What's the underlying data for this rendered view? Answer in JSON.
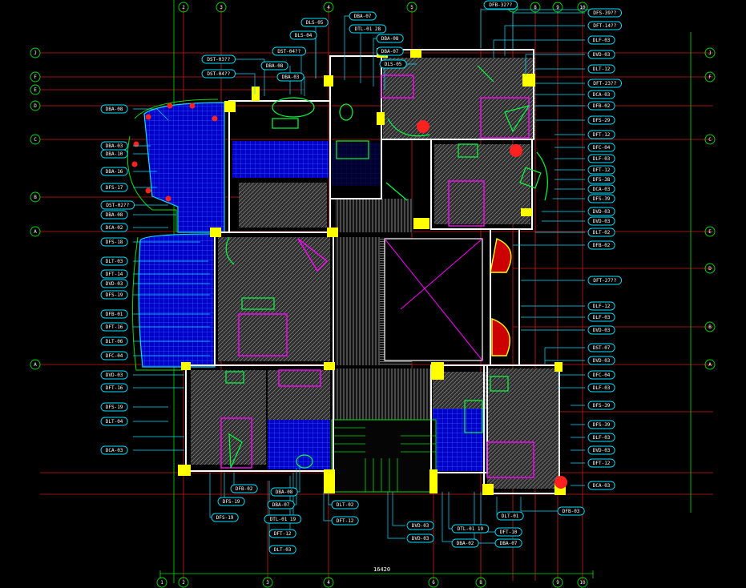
{
  "drawing": {
    "overall_dimension": "16420",
    "grid_bubbles_top": [
      "2",
      "3",
      "4",
      "5",
      "7",
      "8",
      "9",
      "10"
    ],
    "grid_bubbles_bottom": [
      "1",
      "2",
      "3",
      "4",
      "6",
      "8",
      "9",
      "10"
    ],
    "grid_bubbles_left": [
      "J",
      "F",
      "E",
      "D",
      "C",
      "B",
      "A",
      "A"
    ],
    "grid_bubbles_right": [
      "J",
      "F",
      "C",
      "E",
      "D",
      "B",
      "A"
    ]
  },
  "tags": {
    "left": [
      "DST-03??",
      "DST-04??",
      "DBA-08",
      "DBA-03",
      "DBA-10",
      "DBA-16",
      "DFS-17",
      "DST-02??",
      "DBA-08",
      "DCA-02",
      "DFS-18",
      "DLT-03",
      "DFT-14",
      "DVD-03",
      "DFS-19",
      "DFB-01",
      "DFT-16",
      "DLT-06",
      "DFC-04",
      "DVD-03",
      "DFT-16",
      "DFS-19",
      "DLT-04",
      "DCA-03"
    ],
    "top": [
      "DLS-05",
      "DLS-04",
      "DST-04??",
      "DBA-08",
      "DBA-03",
      "DBA-07",
      "DTL-01 28",
      "DBA-08",
      "DBA-07",
      "DLS-05"
    ],
    "right": [
      "DFB-32??",
      "DFS-39??",
      "DFT-14??",
      "DLF-03",
      "DVD-03",
      "DLT-12",
      "DFT-23??",
      "DCA-03",
      "DFB-02",
      "DFS-29",
      "DFT-12",
      "DFC-04",
      "DLF-03",
      "DFT-12",
      "DFS-38",
      "DCA-03",
      "DFS-39",
      "DVD-03",
      "DVD-03",
      "DLT-02",
      "DFB-02",
      "DFT-27??",
      "DLF-12",
      "DLF-03",
      "DVD-03",
      "DST-07",
      "DVD-03",
      "DFC-04",
      "DLF-03",
      "DFS-39",
      "DFS-39",
      "DLF-03",
      "DVD-03",
      "DFT-12",
      "DCA-03",
      "DFB-03"
    ],
    "bottom": [
      "DFB-02",
      "DFS-19",
      "DFS-19",
      "DBA-08",
      "DBA-07",
      "DTL-01 19",
      "DFT-12",
      "DLT-03",
      "DLT-02",
      "DFT-12",
      "DVD-03",
      "DVD-03",
      "DTL-01 19",
      "DBA-02",
      "DFT-10",
      "DBA-07",
      "DLT-01"
    ]
  }
}
